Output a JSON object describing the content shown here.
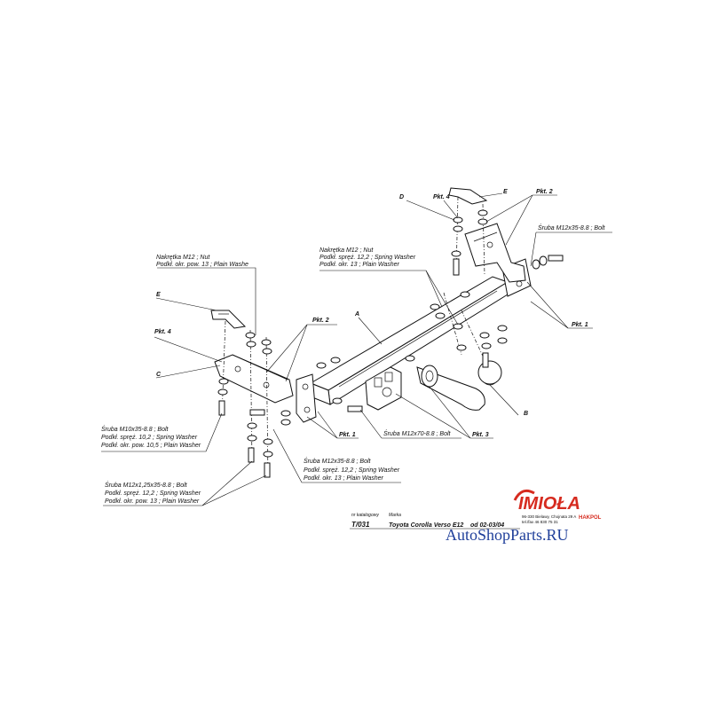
{
  "labels": {
    "nut_left": [
      "Nakrętka  M12 ; Nut",
      "Podkł. okr. pow. 13 ; Plain Washe"
    ],
    "nut_center": [
      "Nakrętka  M12 ; Nut",
      "Podkł. spręż. 12,2 ; Spring Washer",
      "Podkł. okr. 13 ; Plain Washer"
    ],
    "bolt_right": "Śruba M12x35-8.8 ;  Bolt",
    "bolt_m10": [
      "Śruba M10x35-8.8 ;  Bolt",
      "Podkł. spręż. 10,2 ; Spring Washer",
      "Podkł. okr. pow. 10,5 ; Plain Washer"
    ],
    "bolt_m12_mid": [
      "Śruba M12x35-8.8 ;  Bolt",
      "Podkł. spręż. 12,2 ; Spring Washer",
      "Podkł. okr. 13 ; Plain Washer"
    ],
    "bolt_m12_fine": [
      "Śruba M12x1,25x35-8.8 ;  Bolt",
      "Podkł. spręż. 12,2 ; Spring Washer",
      "Podkł. okr. pow. 13 ; Plain Washer"
    ],
    "bolt_m12x70": "Śruba M12x70-8.8 ;  Bolt",
    "letters": {
      "A": "A",
      "B": "B",
      "C": "C",
      "D": "D",
      "E": "E"
    },
    "pkt": {
      "p1": "Pkt. 1",
      "p2": "Pkt. 2",
      "p3": "Pkt. 3",
      "p4": "Pkt. 4"
    }
  },
  "title_block": {
    "catalog_header": "nr katalogowy",
    "brand_header": "Marka",
    "catalog_number": "T/031",
    "vehicle": "Toyota Corolla Verso E12",
    "production": "od  02-03/04"
  },
  "logo": {
    "name": "IMIOŁA",
    "sub": "HAKPOL",
    "address_line1": "96-330 Bielawy, Chojnata 29 A",
    "address_line2": "tel./fax 46 830 75 31",
    "color": "#d62b1f"
  },
  "watermark": {
    "text": "AutoShopParts.RU",
    "color": "#1f3f9a"
  }
}
